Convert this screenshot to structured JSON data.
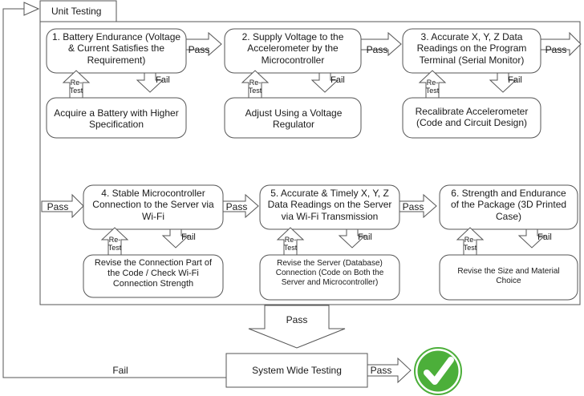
{
  "frame_title": "Unit Testing",
  "system_test": "System Wide Testing",
  "row1": [
    {
      "test": "1. Battery Endurance (Voltage & Current Satisfies the Requirement)",
      "fix": "Acquire a Battery with Higher Specification",
      "retest": "Re-Test",
      "fail": "Fail",
      "pass": "Pass"
    },
    {
      "test": "2. Supply Voltage to the Accelerometer by the Microcontroller",
      "fix": "Adjust Using a Voltage Regulator",
      "retest": "Re-Test",
      "fail": "Fail",
      "pass": "Pass"
    },
    {
      "test": "3. Accurate X, Y, Z Data Readings on the Program Terminal (Serial Monitor)",
      "fix": "Recalibrate Accelerometer (Code and Circuit Design)",
      "retest": "Re-Test",
      "fail": "Fail",
      "pass": "Pass"
    }
  ],
  "row2_entry_pass": "Pass",
  "row2": [
    {
      "test": "4. Stable Microcontroller Connection to the Server via Wi-Fi",
      "fix": "Revise the Connection Part of the Code / Check Wi-Fi Connection Strength",
      "retest": "Re-Test",
      "fail": "Fail",
      "pass": "Pass"
    },
    {
      "test": "5. Accurate & Timely X, Y, Z Data Readings on the Server via Wi-Fi Transmission",
      "fix": "Revise the Server (Database) Connection (Code on Both the Server and Microcontroller)",
      "retest": "Re-Test",
      "fail": "Fail",
      "pass": "Pass"
    },
    {
      "test": "6. Strength and Endurance of the Package (3D Printed Case)",
      "fix": "Revise the Size and Material Choice",
      "retest": "Re-Test",
      "fail": "Fail"
    }
  ],
  "down_pass": "Pass",
  "system_fail": "Fail",
  "system_pass": "Pass",
  "success_icon": "green-check-circle-icon",
  "colors": {
    "stroke": "#555555",
    "arrow_fill": "#ffffff",
    "check_green": "#4caf3a"
  }
}
